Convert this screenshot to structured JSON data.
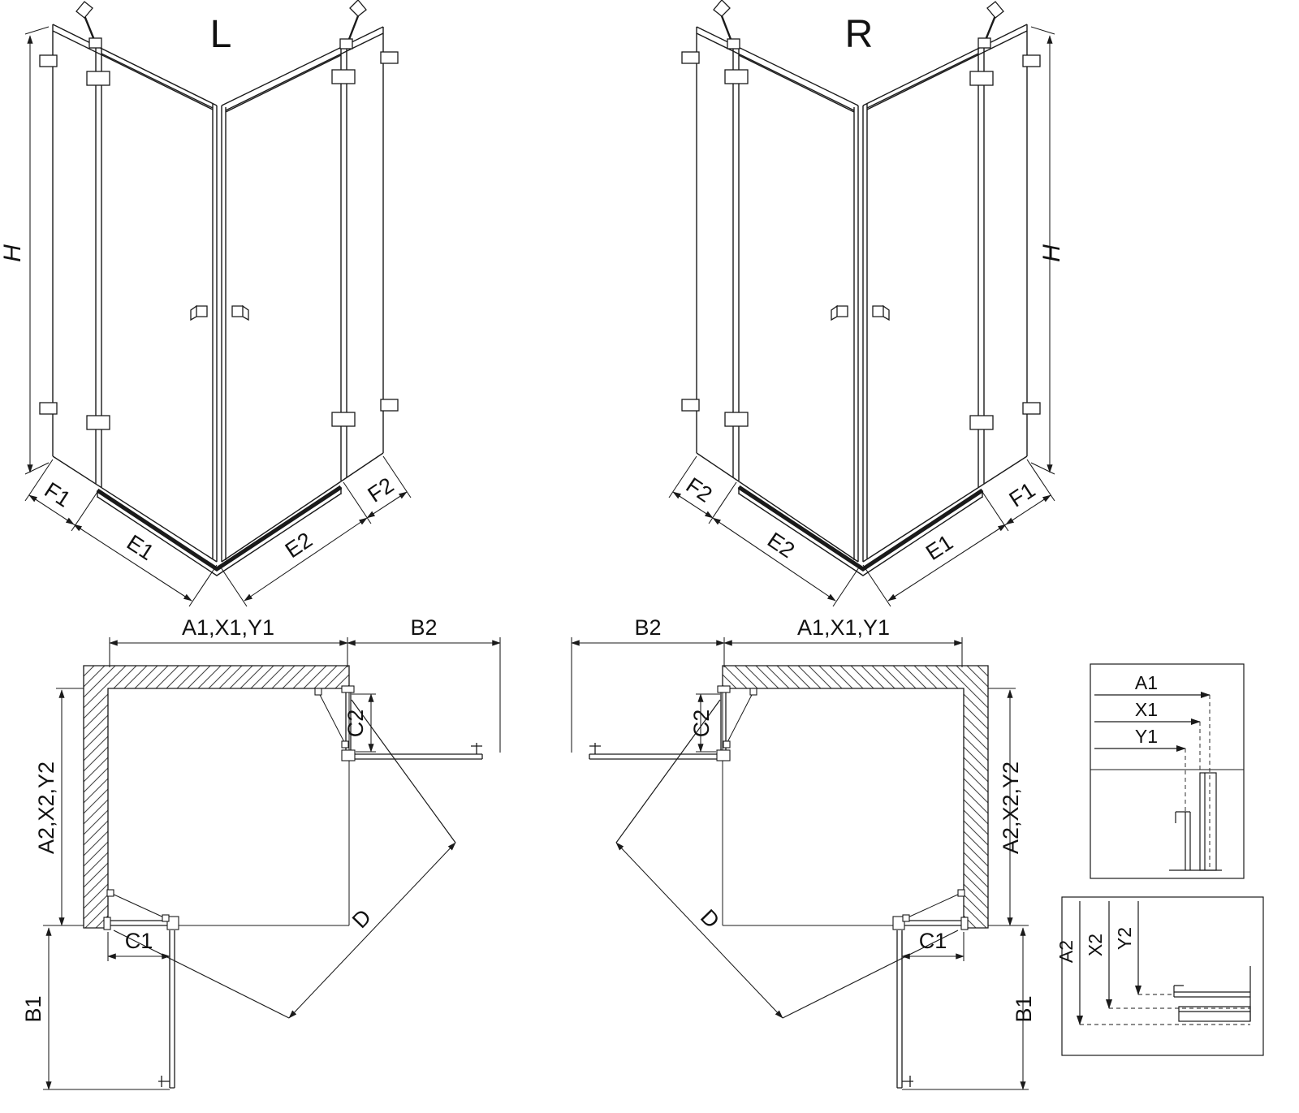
{
  "drawing": {
    "perspective_left": {
      "label": "L",
      "h": "H",
      "f1": "F1",
      "e1": "E1",
      "e2": "E2",
      "f2": "F2"
    },
    "perspective_right": {
      "label": "R",
      "h": "H",
      "f1": "F1",
      "e1": "E1",
      "e2": "E2",
      "f2": "F2"
    },
    "plan_left": {
      "top": "A1,X1,Y1",
      "right_ext": "B2",
      "side": "A2,X2,Y2",
      "bottom_ext": "B1",
      "c1": "C1",
      "c2": "C2",
      "d": "D"
    },
    "plan_right": {
      "top": "A1,X1,Y1",
      "left_ext": "B2",
      "side": "A2,X2,Y2",
      "bottom_ext": "B1",
      "c1": "C1",
      "c2": "C2",
      "d": "D"
    },
    "inset_width": {
      "a1": "A1",
      "x1": "X1",
      "y1": "Y1"
    },
    "inset_depth": {
      "a2": "A2",
      "x2": "X2",
      "y2": "Y2"
    },
    "colors": {
      "line": "#1a1a1a",
      "background": "#ffffff"
    }
  }
}
